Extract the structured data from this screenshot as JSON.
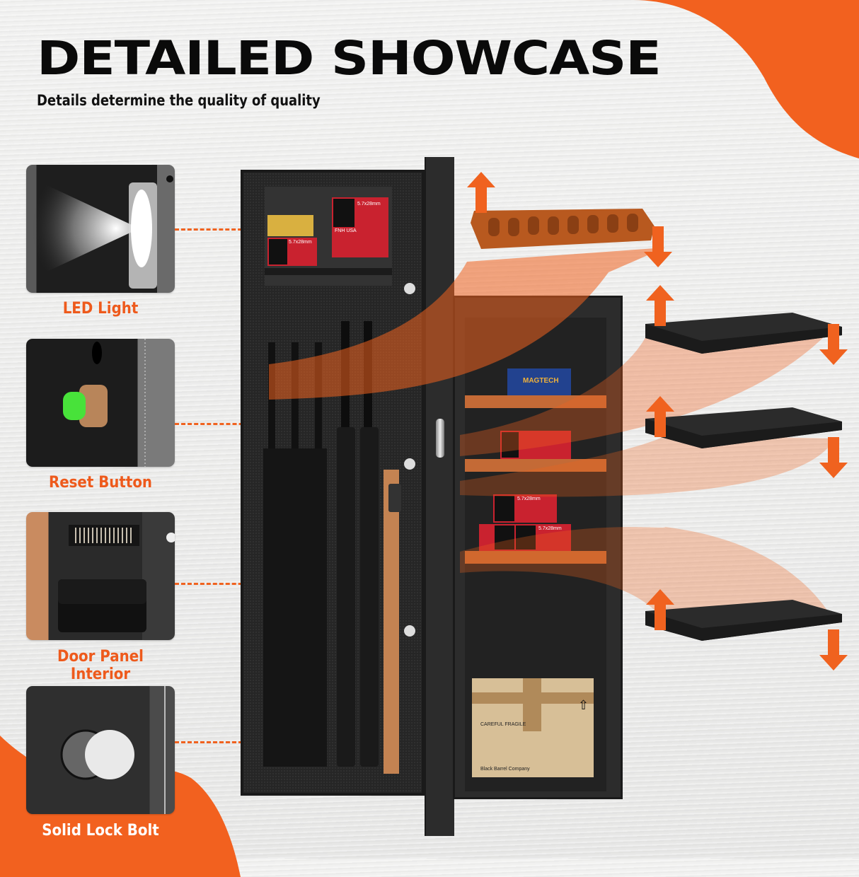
{
  "header": {
    "title": "DETAILED SHOWCASE",
    "subtitle": "Details determine the quality of quality"
  },
  "features": [
    {
      "label": "LED Light",
      "icon": "led-light-icon"
    },
    {
      "label": "Reset Button",
      "icon": "reset-button-icon"
    },
    {
      "label": "Door Panel Interior",
      "icon": "door-panel-icon"
    },
    {
      "label": "Solid Lock Bolt",
      "icon": "lock-bolt-icon"
    }
  ],
  "product": {
    "ammo_boxes": {
      "fn_caliber": "5.7x28mm",
      "fn_brand": "FNH USA",
      "magtech_brand": "MAGTECH"
    },
    "cardboard_box": {
      "text": "CAREFUL FRAGILE",
      "company": "Black Barrel Company"
    }
  },
  "adjustable_parts": [
    {
      "name": "gun-rack",
      "arrows": [
        "up",
        "down"
      ]
    },
    {
      "name": "shelf-1",
      "arrows": [
        "up",
        "down"
      ]
    },
    {
      "name": "shelf-2",
      "arrows": [
        "up",
        "down"
      ]
    },
    {
      "name": "shelf-3",
      "arrows": [
        "up",
        "down"
      ]
    }
  ],
  "colors": {
    "accent": "#f0621f",
    "dark": "#262626",
    "background": "#ededec"
  }
}
